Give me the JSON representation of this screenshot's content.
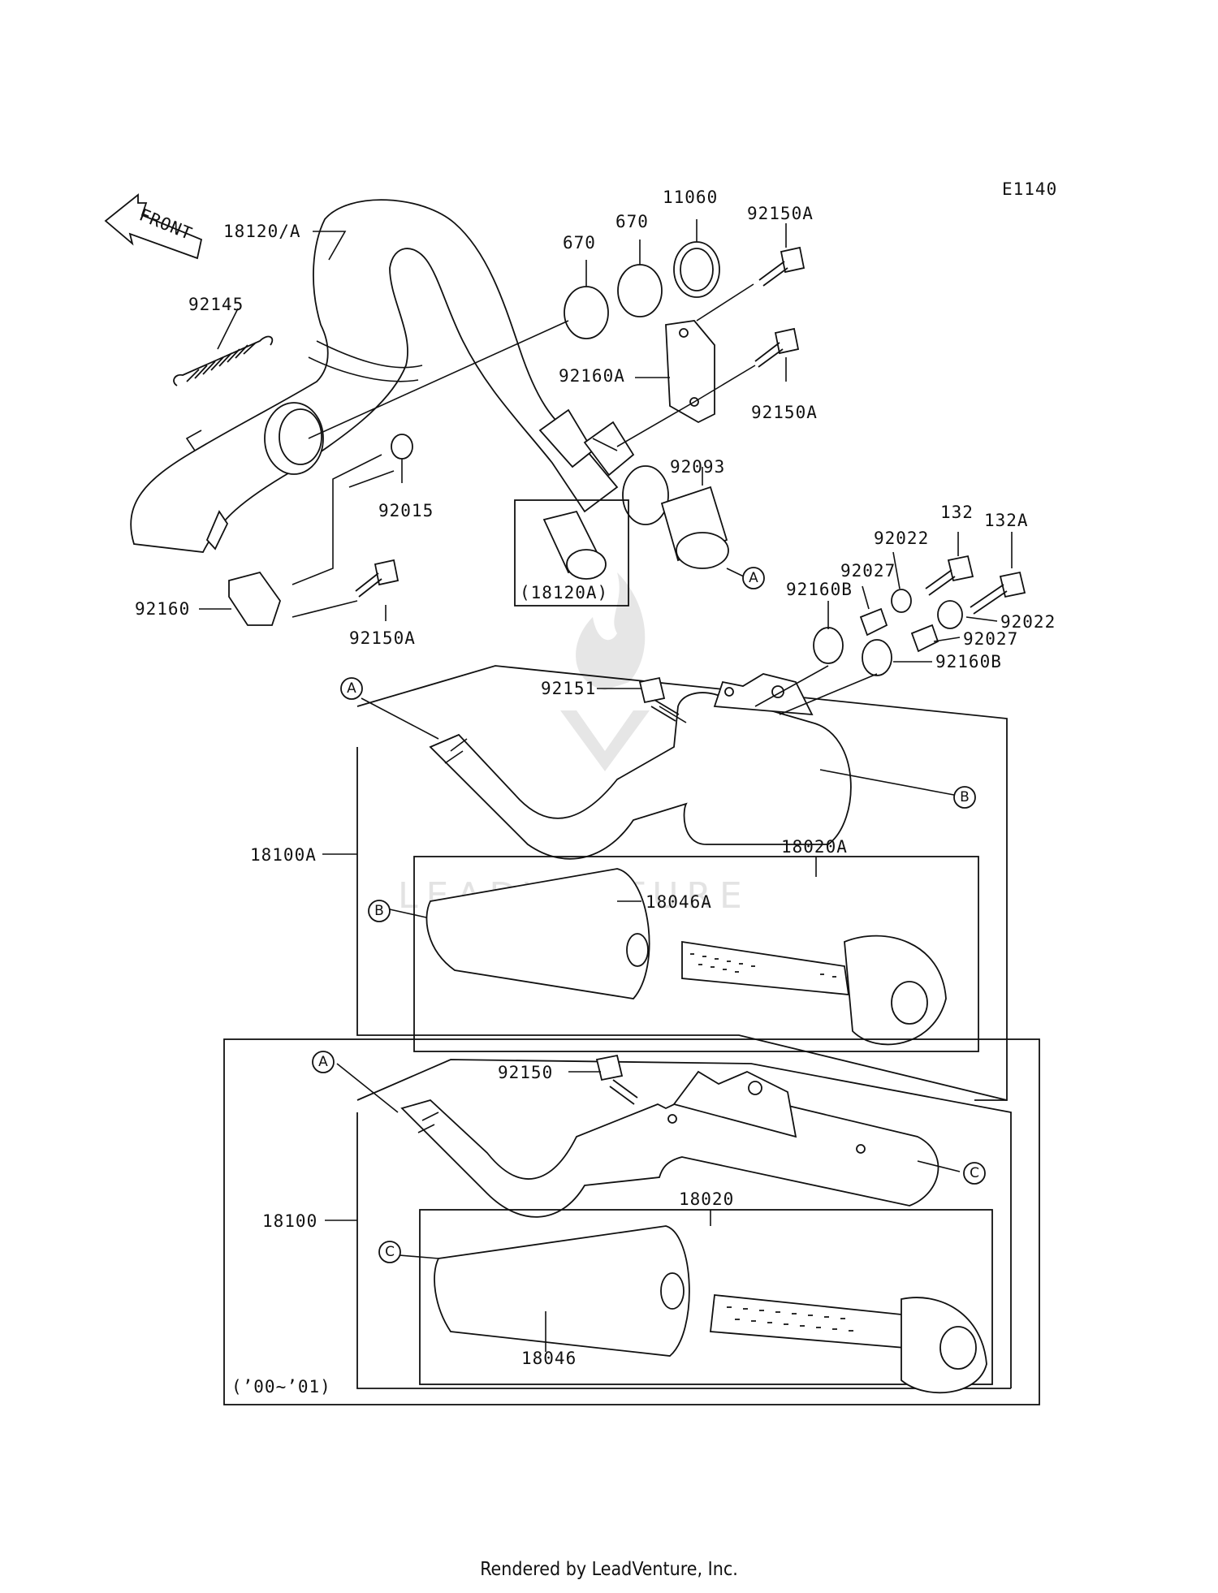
{
  "diagram_code": "E1140",
  "front_label": "FRONT",
  "watermark": "LEADVENTURE",
  "footer": "Rendered by LeadVenture, Inc.",
  "date_range": "(’00~’01)",
  "sub_box_label": "(18120A)",
  "callouts": {
    "A": "A",
    "B": "B",
    "C": "C"
  },
  "labels": {
    "p18120A": "18120/A",
    "p92145": "92145",
    "p670a": "670",
    "p670b": "670",
    "p11060": "11060",
    "p92150A_1": "92150A",
    "p92160A": "92160A",
    "p92150A_2": "92150A",
    "p92015": "92015",
    "p92093": "92093",
    "p92160": "92160",
    "p92150A_3": "92150A",
    "p92022_1": "92022",
    "p132": "132",
    "p132A": "132A",
    "p92027_1": "92027",
    "p92160B_1": "92160B",
    "p92022_2": "92022",
    "p92027_2": "92027",
    "p92160B_2": "92160B",
    "p92151": "92151",
    "p18100A": "18100A",
    "p18020A": "18020A",
    "p18046A": "18046A",
    "p92150": "92150",
    "p18100": "18100",
    "p18020": "18020",
    "p18046": "18046"
  }
}
